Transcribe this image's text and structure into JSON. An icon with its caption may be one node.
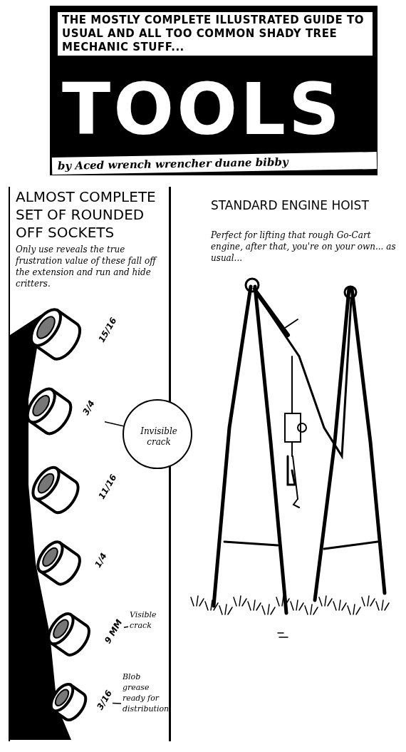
{
  "diagram": {
    "nodes": [
      {
        "text": [
          "THE MOSTLY COMPLETE ILLUSTRATED GUIDE TO USUAL AND ALL TOO COMMON SHADY TREE MECHANIC STUFF...",
          "TOOLS",
          "by Aced wrench wrencher duane bibby"
        ]
      },
      {
        "text": [
          "ALMOST COMPLETE SET OF ROUNDED OFF SOCKETS",
          "Only use reveals the true frustration value of these fall off the extension and run and hide critters."
        ]
      },
      {
        "text": [
          "15/16"
        ],
        "in": 1
      },
      {
        "text": [
          "3/4"
        ],
        "in": 1
      },
      {
        "text": [
          "Invisible crack"
        ]
      },
      {
        "text": [
          "11/16"
        ],
        "in": 1
      },
      {
        "text": [
          "1/4"
        ],
        "in": 1
      },
      {
        "text": [
          "9 MM"
        ],
        "in": 1
      },
      {
        "text": [
          "Visible crack"
        ],
        "in": 1
      },
      {
        "text": [
          "3/16"
        ],
        "in": 1
      },
      {
        "text": [
          "Blob grease ready for distribution"
        ],
        "in": 1
      }
    ],
    "edges": [
      {
        "from": 4,
        "to": 3,
        "arrow": "none"
      },
      {
        "from": 8,
        "to": 7,
        "arrow": "none"
      },
      {
        "from": 10,
        "to": 9,
        "arrow": "none"
      }
    ],
    "labels": [
      "STANDARD ENGINE HOIST",
      "Perfect for lifting that rough Go-Cart engine, after that, you're on your own... as usual..."
    ]
  }
}
